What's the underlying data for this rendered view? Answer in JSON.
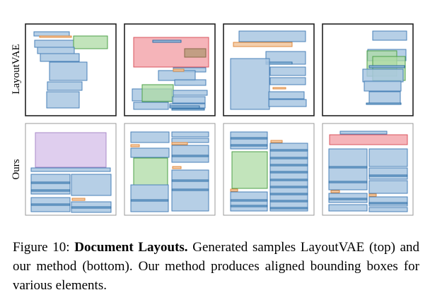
{
  "figure": {
    "row_labels": {
      "top": "LayoutVAE",
      "bottom": "Ours"
    },
    "colors": {
      "text": "#a9c7e2",
      "text_stroke": "#4a82b8",
      "title": "#f3a7ad",
      "title_stroke": "#d9545e",
      "figure": "#aedba4",
      "figure_stroke": "#4ea04a",
      "caption": "#f3c9a2",
      "caption_stroke": "#e08a3c",
      "list": "#8fb6d8",
      "list_stroke": "#2f6ea6",
      "image": "#dcc9ec",
      "image_stroke": "#a98bc8",
      "frame": "#222222",
      "panel_frame": "#9a9a9a"
    }
  },
  "caption": {
    "figure_number": "Figure 10:",
    "title": "Document Layouts.",
    "body": "Generated samples LayoutVAE (top) and our method (bottom). Our method produces aligned bounding boxes for various elements."
  }
}
